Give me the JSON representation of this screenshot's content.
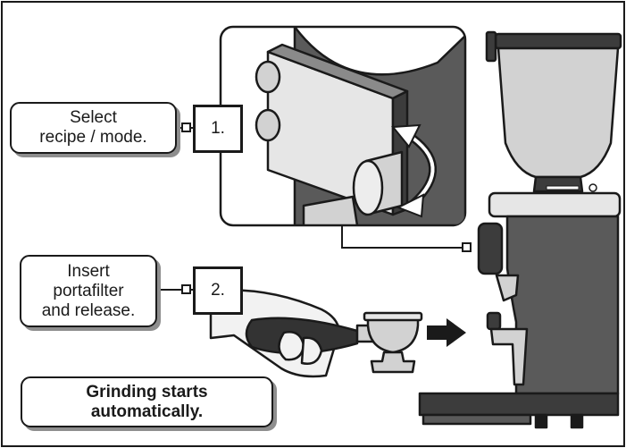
{
  "steps": [
    {
      "number": "1.",
      "lines": [
        "Select",
        "recipe / mode."
      ]
    },
    {
      "number": "2.",
      "lines": [
        "Insert",
        "portafilter",
        "and release."
      ]
    }
  ],
  "result": {
    "lines": [
      "Grinding starts",
      "automatically."
    ]
  },
  "colors": {
    "outline": "#1a1a1a",
    "machine": "#5a5a5a",
    "machine_dark": "#3c3c3c",
    "hopper": "#d2d2d2",
    "panel": "#e6e6e6",
    "handle": "#333333",
    "shadow": "#8e8e8e"
  }
}
